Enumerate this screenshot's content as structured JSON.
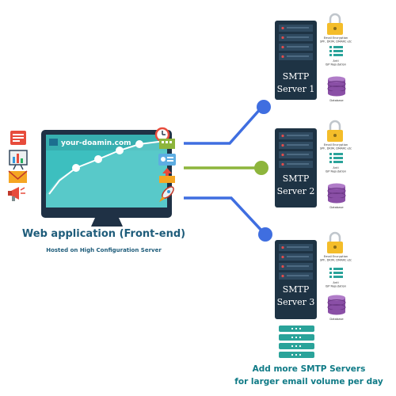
{
  "colors": {
    "monitor_frame": "#1f3145",
    "screen": "#3dbfbf",
    "line_blue": "#3f6ee0",
    "line_green": "#8db53c",
    "server_body": "#1e3344",
    "server_led": "#e24b4b",
    "lock": "#f4bd2a",
    "database": "#8a4fa6",
    "stack_icon": "#2aa39a",
    "title_text": "#1e5c7a",
    "footer_text": "#0f7a86"
  },
  "browser": {
    "url_text": "your-doamin.com"
  },
  "app": {
    "title": "Web application (Front-end)",
    "subtitle": "Hosted on High Configuration Server"
  },
  "left_icons": [
    "report-icon",
    "bar-chart-icon",
    "envelope-icon",
    "megaphone-icon"
  ],
  "connector_icons": [
    "clock-icon",
    "calendar-icon",
    "address-card-icon",
    "inbox-upload-icon",
    "rocket-icon"
  ],
  "servers": [
    {
      "line1": "SMTP",
      "line2": "Server 1",
      "encryption_label": "Email Encryption",
      "encryption_detail": "SPF, DKIM, DMARC etc",
      "config_label": "Anti",
      "config_detail": "ISP Reputation",
      "database_label": "Database"
    },
    {
      "line1": "SMTP",
      "line2": "Server 2",
      "encryption_label": "Email Encryption",
      "encryption_detail": "SPF, DKIM, DMARC etc",
      "config_label": "Anti",
      "config_detail": "ISP Reputation",
      "database_label": "Database"
    },
    {
      "line1": "SMTP",
      "line2": "Server 3",
      "encryption_label": "Email Encryption",
      "encryption_detail": "SPF, DKIM, DMARC etc",
      "config_label": "Anti",
      "config_detail": "ISP Reputation",
      "database_label": "Database"
    }
  ],
  "footer": {
    "line1": "Add more SMTP Servers",
    "line2": "for larger email volume per day"
  }
}
